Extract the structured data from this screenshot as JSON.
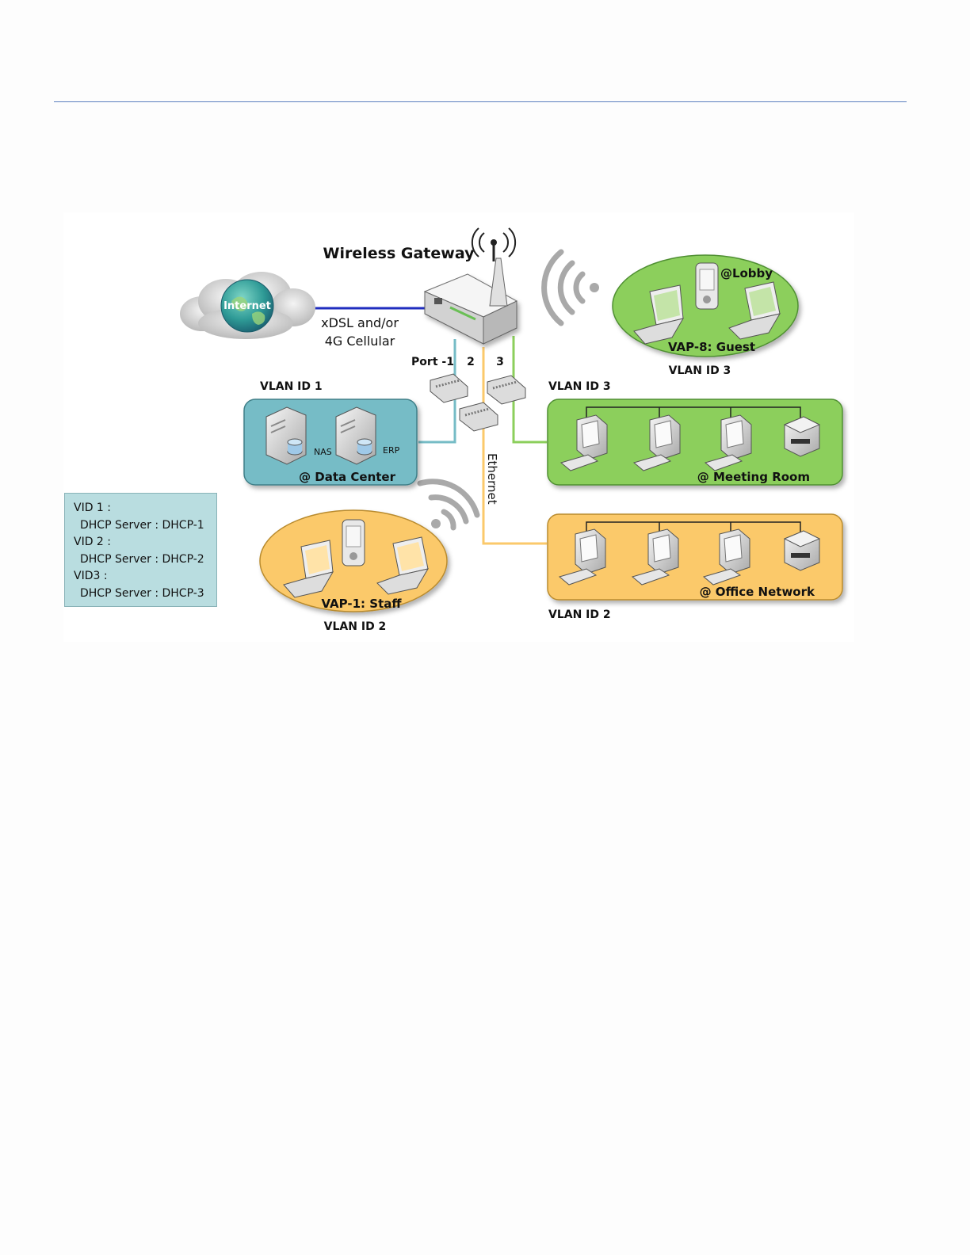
{
  "diagram": {
    "gateway_title": "Wireless Gateway",
    "internet_label": "Internet",
    "wan_label_line1": "xDSL and/or",
    "wan_label_line2": "4G Cellular",
    "ports": {
      "port1": "Port -1",
      "port2": "2",
      "port3": "3"
    },
    "ethernet_label": "Ethernet",
    "data_center": {
      "vlan_label": "VLAN ID 1",
      "name": "@ Data Center",
      "server1": "NAS",
      "server2": "ERP"
    },
    "meeting_room": {
      "vlan_label": "VLAN ID 3",
      "name": "@ Meeting Room"
    },
    "office_network": {
      "vlan_label": "VLAN ID 2",
      "name": "@ Office Network"
    },
    "lobby": {
      "location": "@Lobby",
      "vap": "VAP-8: Guest",
      "vlan_label": "VLAN ID 3"
    },
    "staff": {
      "vap": "VAP-1: Staff",
      "vlan_label": "VLAN ID 2"
    },
    "dhcp_box": [
      {
        "vid": "VID 1 :",
        "server": "DHCP Server : DHCP-1"
      },
      {
        "vid": "VID 2 :",
        "server": "DHCP Server : DHCP-2"
      },
      {
        "vid": "VID3 :",
        "server": "DHCP Server : DHCP-3"
      }
    ],
    "colors": {
      "vlan1": "#76bcc6",
      "vlan2": "#fbc96b",
      "vlan3": "#8ccf5c",
      "wan_line": "#1f2dbf"
    }
  }
}
